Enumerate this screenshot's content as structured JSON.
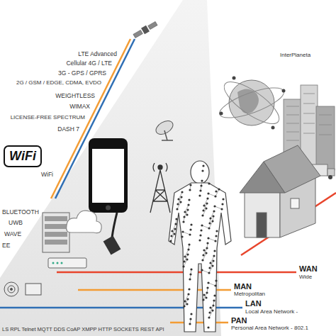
{
  "diagram": {
    "nodes": [
      {
        "text": [
          "WiFi"
        ]
      }
    ],
    "labels": [
      "LTE Advanced",
      "Cellular 4G / LTE",
      "3G - GPS / GPRS",
      "2G / GSM / EDGE, CDMA, EVDO",
      "WEIGHTLESS",
      "WIMAX",
      "LICENSE-FREE SPECTRUM",
      "DASH 7",
      "WiFi",
      "BLUETOOTH",
      "UWB",
      "WAVE",
      "EE",
      "LS RPL Telnet MQTT DDS CoAP XMPP HTTP SOCKETS REST API",
      "InterPlaneta",
      "WAN",
      "Wide",
      "MAN",
      "Metropolitan",
      "LAN",
      "Local Area Network -",
      "PAN",
      "Personal Area Network - 802.1"
    ]
  }
}
